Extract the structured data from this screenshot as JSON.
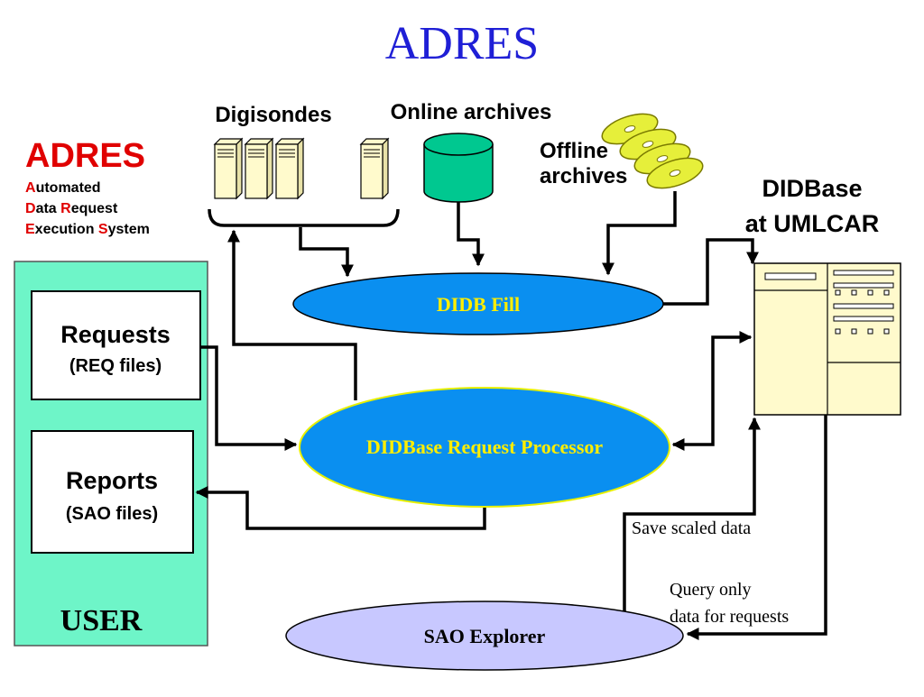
{
  "title": "ADRES",
  "adres_block": {
    "heading": "ADRES",
    "lines": [
      {
        "initial": "A",
        "rest": "utomated"
      },
      {
        "initial": "D",
        "rest": "ata ",
        "initial2": "R",
        "rest2": "equest"
      },
      {
        "initial": "E",
        "rest": "xecution ",
        "initial2": "S",
        "rest2": "ystem"
      }
    ]
  },
  "sources": {
    "digisondes": "Digisondes",
    "online_archives": "Online archives",
    "offline_archives_1": "Offline",
    "offline_archives_2": "archives"
  },
  "didbase_label_1": "DIDBase",
  "didbase_label_2": "at UMLCAR",
  "nodes": {
    "didb_fill": "DIDB Fill",
    "request_processor": "DIDBase Request Processor",
    "sao_explorer": "SAO Explorer"
  },
  "user_panel": {
    "requests_title": "Requests",
    "requests_sub": "(REQ files)",
    "reports_title": "Reports",
    "reports_sub": "(SAO files)",
    "user_label": "USER"
  },
  "edge_labels": {
    "save_scaled": "Save scaled data",
    "query_1": "Query only",
    "query_2": "data for requests"
  },
  "colors": {
    "title_blue": "#1f1fd6",
    "red": "#e00000",
    "user_panel": "#6ef5c8",
    "cylinder": "#00c890",
    "ellipse_blue": "#0a8ff0",
    "ellipse_text": "#ffee00",
    "sao_ellipse": "#c8c8ff",
    "server_fill": "#fffacc"
  }
}
